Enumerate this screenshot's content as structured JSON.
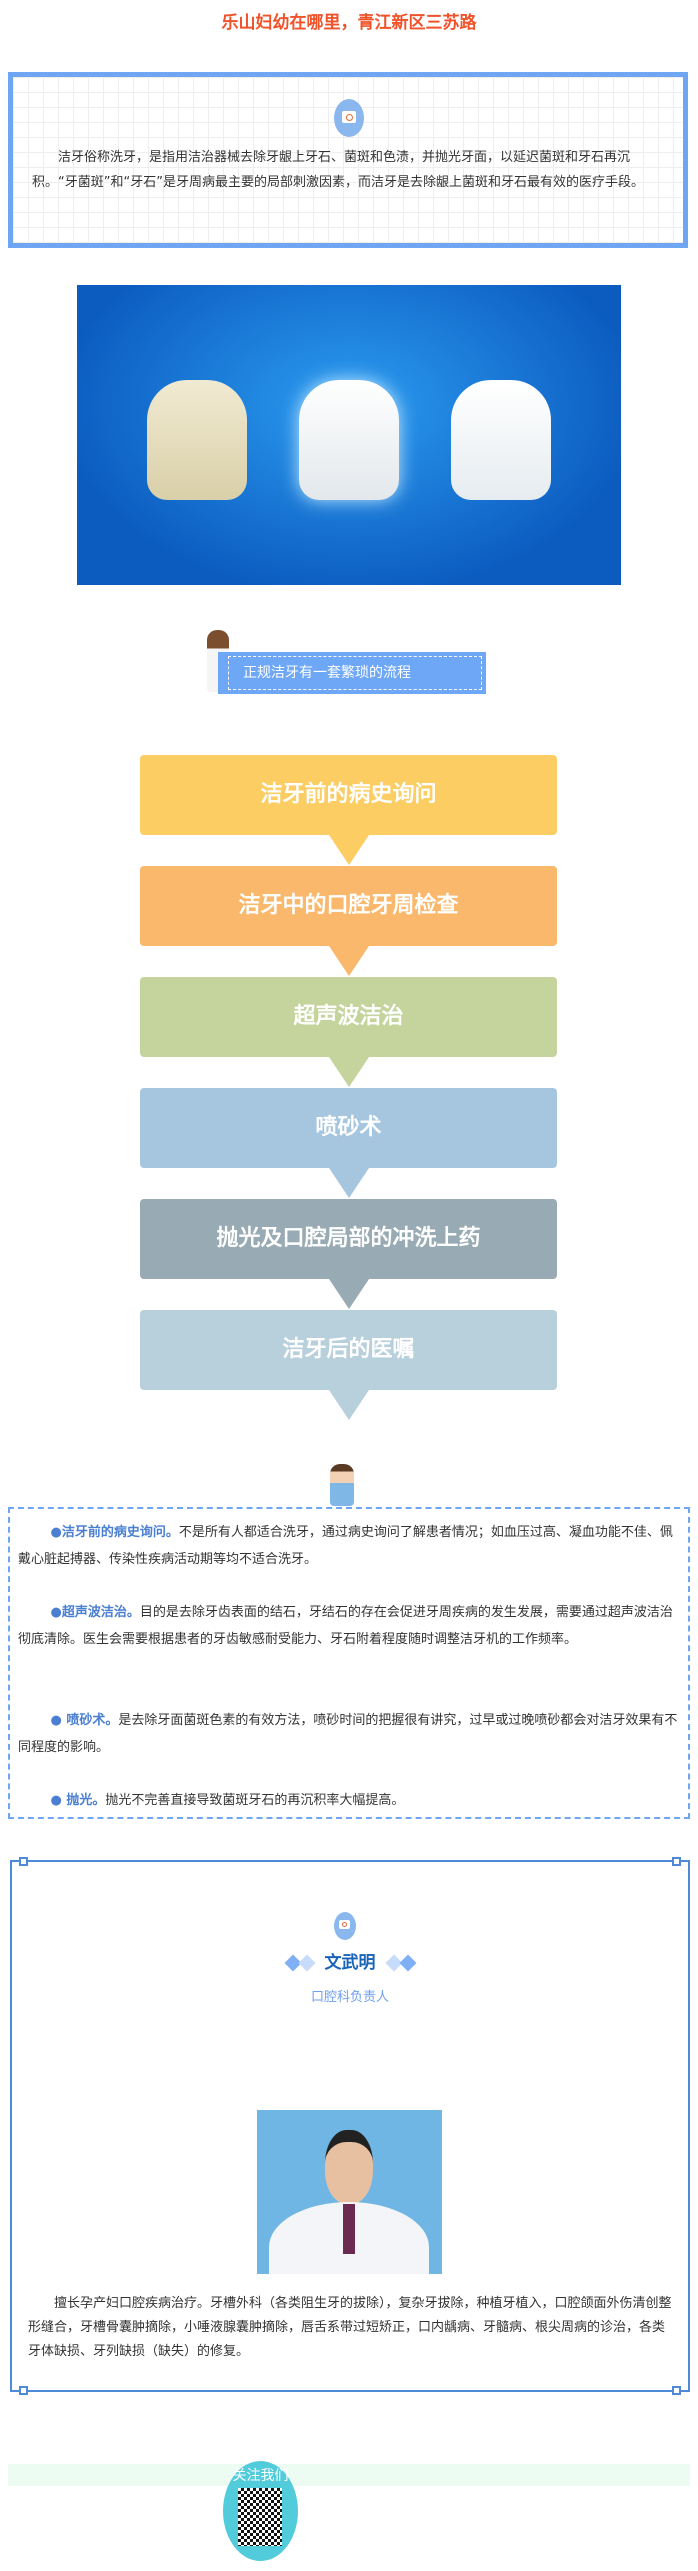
{
  "headline": "乐山妇幼在哪里，青江新区三苏路",
  "intro": {
    "icon": "medical-kit-icon",
    "text": "洁牙俗称洗牙，是指用洁治器械去除牙龈上牙石、菌斑和色渍，并抛光牙面，以延迟菌斑和牙石再沉积。“牙菌斑”和“牙石”是牙周病最主要的局部刺激因素，而洁牙是去除龈上菌斑和牙石最有效的医疗手段。"
  },
  "flow": {
    "title": "正规洁牙有一套繁琐的流程",
    "steps": [
      {
        "label": "洁牙前的病史询问",
        "color": "#fbcd63"
      },
      {
        "label": "洁牙中的口腔牙周检查",
        "color": "#f9b86b"
      },
      {
        "label": "超声波洁治",
        "color": "#c5d39d"
      },
      {
        "label": "喷砂术",
        "color": "#a6c6e0"
      },
      {
        "label": "抛光及口腔局部的冲洗上药",
        "color": "#98aab3"
      },
      {
        "label": "洁牙后的医嘱",
        "color": "#b8cfdc"
      }
    ]
  },
  "tips": [
    {
      "title": "●洁牙前的病史询问。",
      "text": "不是所有人都适合洗牙，通过病史询问了解患者情况；如血压过高、凝血功能不佳、佩戴心脏起搏器、传染性疾病活动期等均不适合洗牙。"
    },
    {
      "title": "●超声波洁治。",
      "text": "目的是去除牙齿表面的结石，牙结石的存在会促进牙周疾病的发生发展，需要通过超声波洁治彻底清除。医生会需要根据患者的牙齿敏感耐受能力、牙石附着程度随时调整洁牙机的工作频率。"
    },
    {
      "title": "● 喷砂术。",
      "text": "是去除牙面菌斑色素的有效方法，喷砂时间的把握很有讲究，过早或过晚喷砂都会对洁牙效果有不同程度的影响。"
    },
    {
      "title": "● 抛光。",
      "text": "抛光不完善直接导致菌斑牙石的再沉积率大幅提高。"
    }
  ],
  "doctor": {
    "name": "文武明",
    "role": "口腔科负责人",
    "bio": "擅长孕产妇口腔疾病治疗。牙槽外科（各类阻生牙的拔除），复杂牙拔除，种植牙植入，口腔颌面外伤清创整形缝合，牙槽骨囊肿摘除，小唾液腺囊肿摘除，唇舌系带过短矫正，口内龋病、牙髓病、根尖周病的诊治，各类牙体缺损、牙列缺损（缺失）的修复。"
  },
  "footer": {
    "follow": "关注我们"
  }
}
